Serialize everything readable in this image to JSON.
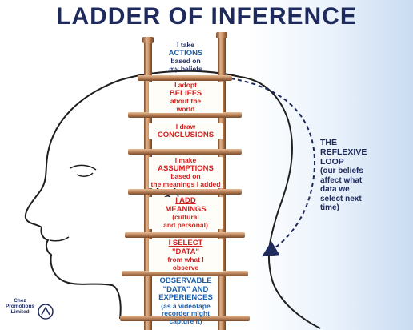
{
  "title": "LADDER OF INFERENCE",
  "rungs": [
    {
      "lines": [
        "I take",
        "ACTIONS",
        "based on",
        "my beliefs"
      ]
    },
    {
      "lines": [
        "I adopt",
        "BELIEFS",
        "about the",
        "world"
      ]
    },
    {
      "lines": [
        "I draw",
        "CONCLUSIONS"
      ]
    },
    {
      "lines": [
        "I make",
        "ASSUMPTIONS",
        "based on",
        "the meanings I added"
      ]
    },
    {
      "lines": [
        "I ADD",
        "MEANINGS",
        "(cultural",
        "and personal)"
      ]
    },
    {
      "lines": [
        "I SELECT",
        "\"DATA\"",
        "from what I",
        "observe"
      ]
    },
    {
      "lines": [
        "OBSERVABLE",
        "\"DATA\" AND",
        "EXPERIENCES",
        "(as a videotape",
        "recorder might",
        "capture it)"
      ]
    }
  ],
  "loop": {
    "line1": "THE",
    "line2": "REFLEXIVE",
    "line3": "LOOP",
    "line4": "(our beliefs",
    "line5": "affect what",
    "line6": "data we",
    "line7": "select next",
    "line8": "time)"
  },
  "logo": {
    "line1": "Chez",
    "line2": "Promotions",
    "line3": "Limited"
  },
  "colors": {
    "navy": "#1f2a5c",
    "red": "#d21f1f",
    "rail": "#b9825a"
  }
}
